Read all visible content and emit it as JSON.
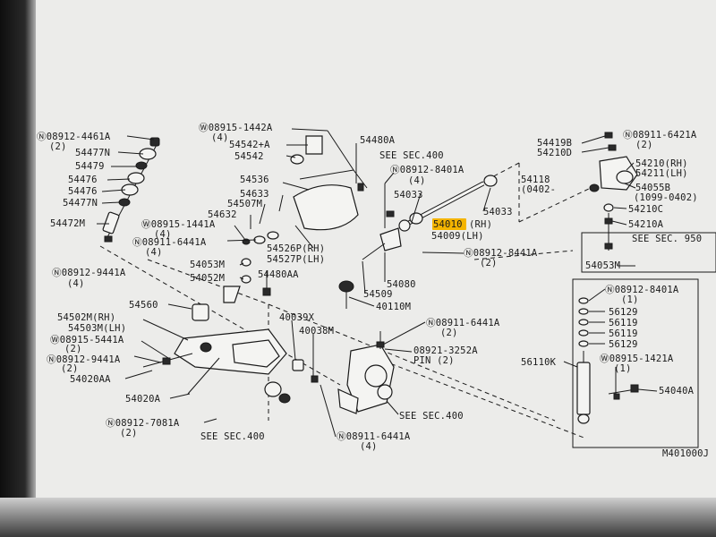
{
  "diagram": {
    "figure_id": "M401000J",
    "callouts": {
      "c_08912_4461A": "Ⓝ08912-4461A",
      "c_08912_4461A_q": "(2)",
      "c_54477N_top": "54477N",
      "c_54479": "54479",
      "c_54476_a": "54476",
      "c_54476_b": "54476",
      "c_54477N_bot": "54477N",
      "c_54472M": "54472M",
      "c_08912_9441A_left": "Ⓝ08912-9441A",
      "c_08912_9441A_left_q": "(4)",
      "c_08915_1442A": "Ⓦ08915-1442A",
      "c_08915_1442A_q": "(4)",
      "c_54542A": "54542+A",
      "c_54542": "54542",
      "c_54480A": "54480A",
      "c_see_sec_400_top": "SEE SEC.400",
      "c_08912_8401A_mid": "Ⓝ08912-8401A",
      "c_08912_8401A_mid_q": "(4)",
      "c_54536": "54536",
      "c_54633": "54633",
      "c_54507M": "54507M",
      "c_54632": "54632",
      "c_08915_1441A": "Ⓦ08915-1441A",
      "c_08915_1441A_q": "(4)",
      "c_08911_6441A_left": "Ⓝ08911-6441A",
      "c_08911_6441A_left_q": "(4)",
      "c_54526P": "54526P(RH)",
      "c_54527P": "54527P(LH)",
      "c_54053M_left": "54053M",
      "c_54052M": "54052M",
      "c_54480AA": "54480AA",
      "c_54033_top": "54033",
      "c_54033_bot": "54033",
      "c_54010": "54010",
      "c_54010_side": "(RH)",
      "c_54009": "54009(LH)",
      "c_08912_8441A": "Ⓝ08912-8441A",
      "c_08912_8441A_q": "(2)",
      "c_54080": "54080",
      "c_54509": "54509",
      "c_40110M": "40110M",
      "c_54560": "54560",
      "c_54502M": "54502M(RH)",
      "c_54503M": "54503M(LH)",
      "c_08915_5441A": "Ⓦ08915-5441A",
      "c_08915_5441A_q": "(2)",
      "c_08912_9441A_mid": "Ⓝ08912-9441A",
      "c_08912_9441A_mid_q": "(2)",
      "c_54020AA": "54020AA",
      "c_54020A": "54020A",
      "c_40039X": "40039X",
      "c_40038M": "40038M",
      "c_08911_6441A_mid": "Ⓝ08911-6441A",
      "c_08911_6441A_mid_q": "(2)",
      "c_08921_3252A": "08921-3252A",
      "c_pin": "PIN (2)",
      "c_see_sec_400_right": "SEE SEC.400",
      "c_08912_7081A": "Ⓝ08912-7081A",
      "c_08912_7081A_q": "(2)",
      "c_see_sec_400_bot": "SEE SEC.400",
      "c_08911_6441A_bot": "Ⓝ08911-6441A",
      "c_08911_6441A_bot_q": "(4)",
      "c_54419B": "54419B",
      "c_54210D": "54210D",
      "c_08911_6421A": "Ⓝ08911-6421A",
      "c_08911_6421A_q": "(2)",
      "c_54118": "54118",
      "c_54118_q": "(0402-",
      "c_54210_rh": "54210(RH)",
      "c_54211_lh": "54211(LH)",
      "c_54055B": "54055B",
      "c_54055B_q": "(1099-0402)",
      "c_54210C": "54210C",
      "c_54210A": "54210A",
      "c_see_sec_950": "SEE SEC. 950",
      "c_54053M_right": "54053M",
      "c_08912_8401A_right": "Ⓝ08912-8401A",
      "c_08912_8401A_right_q": "(1)",
      "c_56129_a": "56129",
      "c_56119_a": "56119",
      "c_56119_b": "56119",
      "c_56129_b": "56129",
      "c_56110K": "56110K",
      "c_08915_1421A": "Ⓦ08915-1421A",
      "c_08915_1421A_q": "(1)",
      "c_54040A": "54040A"
    },
    "colors": {
      "highlight": "#f4b400",
      "ink": "#1a1a1a",
      "paper": "#ececea"
    }
  }
}
